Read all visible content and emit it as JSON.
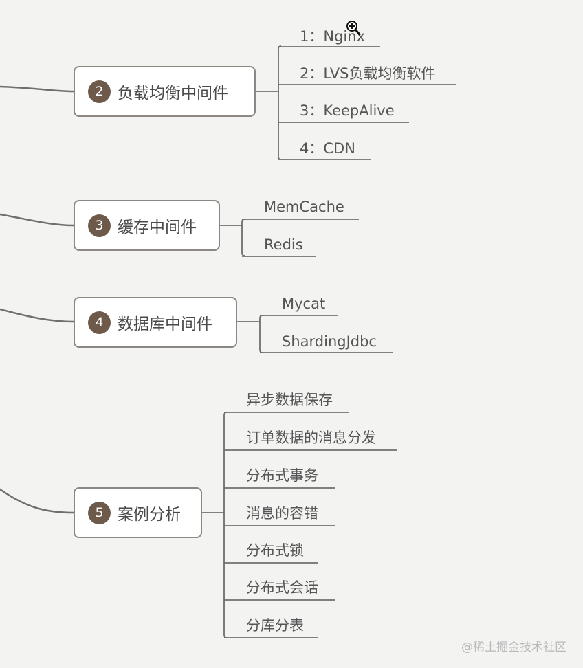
{
  "branches": [
    {
      "number": "2",
      "label": "负载均衡中间件",
      "items": [
        "1：Nginx",
        "2：LVS负载均衡软件",
        "3：KeepAlive",
        "4：CDN"
      ]
    },
    {
      "number": "3",
      "label": "缓存中间件",
      "items": [
        "MemCache",
        "Redis"
      ]
    },
    {
      "number": "4",
      "label": "数据库中间件",
      "items": [
        "Mycat",
        "ShardingJdbc"
      ]
    },
    {
      "number": "5",
      "label": "案例分析",
      "items": [
        "异步数据保存",
        "订单数据的消息分发",
        "分布式事务",
        "消息的容错",
        "分布式锁",
        "分布式会话",
        "分库分表"
      ]
    }
  ],
  "watermark": "@稀土掘金技术社区",
  "colors": {
    "background": "#f3f3f2",
    "badge": "#6e5a4a",
    "line": "#6f6f6f"
  }
}
